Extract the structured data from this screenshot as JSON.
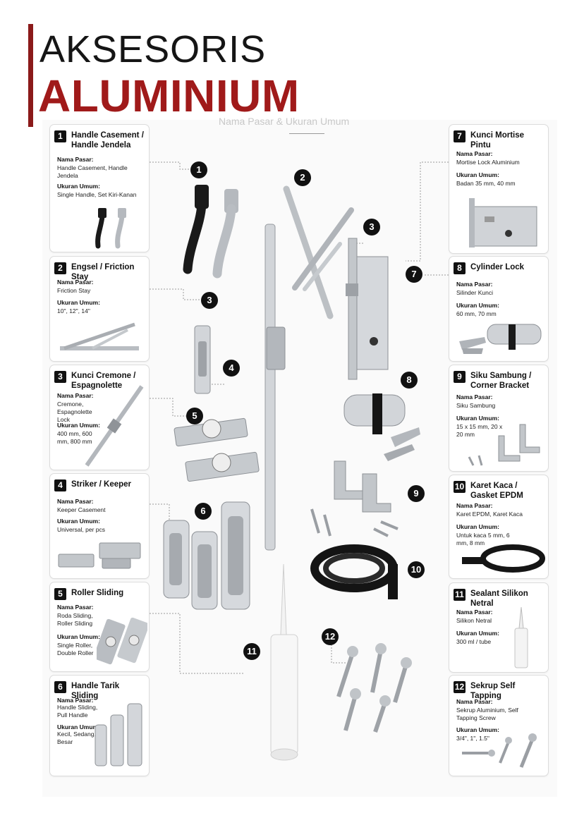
{
  "header": {
    "line1": "AKSESORIS",
    "line2": "ALUMINIUM",
    "faint_text": "Nama Pasar & Ukuran Umum"
  },
  "labels": {
    "market": "Nama Pasar:",
    "size": "Ukuran Umum:"
  },
  "items": [
    {
      "num": "1",
      "name": "Handle Casement / Handle Jendela",
      "market": "Handle Casement, Handle Jendela",
      "size": "Single Handle, Set Kiri-Kanan",
      "icon": "window-handle-icon"
    },
    {
      "num": "2",
      "name": "Engsel / Friction Stay",
      "market": "Friction Stay",
      "size": "10\", 12\", 14\"",
      "icon": "friction-stay-icon"
    },
    {
      "num": "3",
      "name": "Kunci Cremone / Espagnolette",
      "market": "Cremone, Espagnolette Lock",
      "size": "400 mm, 600 mm, 800 mm",
      "icon": "cremone-lock-icon"
    },
    {
      "num": "4",
      "name": "Striker / Keeper",
      "market": "Keeper Casement",
      "size": "Universal, per pcs",
      "icon": "striker-plate-icon"
    },
    {
      "num": "5",
      "name": "Roller Sliding",
      "market": "Roda Sliding, Roller Sliding",
      "size": "Single Roller, Double Roller",
      "icon": "roller-icon"
    },
    {
      "num": "6",
      "name": "Handle Tarik Sliding",
      "market": "Handle Sliding, Pull Handle",
      "size": "Kecil, Sedang, Besar",
      "icon": "pull-handle-icon"
    },
    {
      "num": "7",
      "name": "Kunci Mortise Pintu",
      "market": "Mortise Lock Aluminium",
      "size": "Badan 35 mm, 40 mm",
      "icon": "mortise-lock-icon"
    },
    {
      "num": "8",
      "name": "Cylinder Lock",
      "market": "Silinder Kunci",
      "size": "60 mm, 70 mm",
      "icon": "cylinder-lock-icon"
    },
    {
      "num": "9",
      "name": "Siku Sambung / Corner Bracket",
      "market": "Siku Sambung",
      "size": "15 x 15 mm, 20 x 20 mm",
      "icon": "corner-bracket-icon"
    },
    {
      "num": "10",
      "name": "Karet Kaca / Gasket EPDM",
      "market": "Karet EPDM, Karet Kaca",
      "size": "Untuk kaca 5 mm, 6 mm, 8 mm",
      "icon": "rubber-gasket-icon"
    },
    {
      "num": "11",
      "name": "Sealant Silikon Netral",
      "market": "Silikon Netral",
      "size": "300 ml / tube",
      "icon": "sealant-tube-icon"
    },
    {
      "num": "12",
      "name": "Sekrup Self Tapping",
      "market": "Sekrup Aluminium, Self Tapping Screw",
      "size": "3/4\", 1\", 1.5\"",
      "icon": "screw-icon"
    }
  ],
  "colors": {
    "accent": "#a01a1a",
    "bar": "#8b1a1a",
    "metal": "#c7cbd0",
    "dark": "#111111"
  }
}
